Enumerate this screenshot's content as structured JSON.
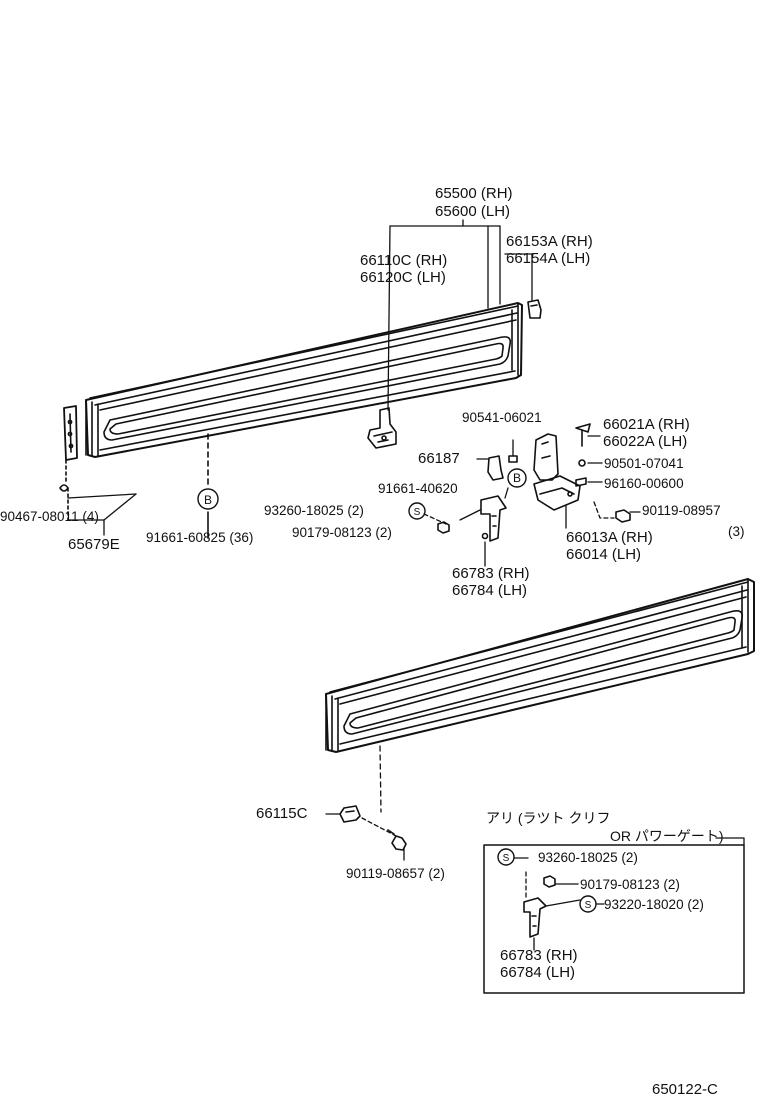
{
  "colors": {
    "ink": "#111111",
    "paper": "#ffffff"
  },
  "labels": {
    "p65500": "65500 (RH)",
    "p65600": "65600 (LH)",
    "p66153a": "66153A (RH)",
    "p66154a": "66154A (LH)",
    "p66110c": "66110C (RH)",
    "p66120c": "66120C (LH)",
    "p90541": "90541-06021",
    "p66021a": "66021A (RH)",
    "p66022a": "66022A (LH)",
    "p66187": "66187",
    "p90501": "90501-07041",
    "p91661_40620": "91661-40620",
    "p96160": "96160-00600",
    "p93260_a": "93260-18025 (2)",
    "p90179_a": "90179-08123 (2)",
    "p90119_08957": "90119-08957",
    "p90119_08957_qty": "(3)",
    "p66013a": "66013A (RH)",
    "p66014": "66014   (LH)",
    "p90467": "90467-08011 (4)",
    "p65679e": "65679E",
    "p91661_60825": "91661-60825 (36)",
    "p66783_a": "66783 (RH)",
    "p66784_a": "66784 (LH)",
    "p66115c": "66115C",
    "p90119_08657": "90119-08657 (2)",
    "box_note_1": "アリ (ラツト クリフ",
    "box_note_2": "OR パワーゲート)",
    "p93260_b": "93260-18025 (2)",
    "p90179_b": "90179-08123 (2)",
    "p93220": "93220-18020 (2)",
    "p66783_b": "66783 (RH)",
    "p66784_b": "66784 (LH)",
    "callout_b": "B",
    "callout_s": "S",
    "diagram_id": "650122-C"
  }
}
